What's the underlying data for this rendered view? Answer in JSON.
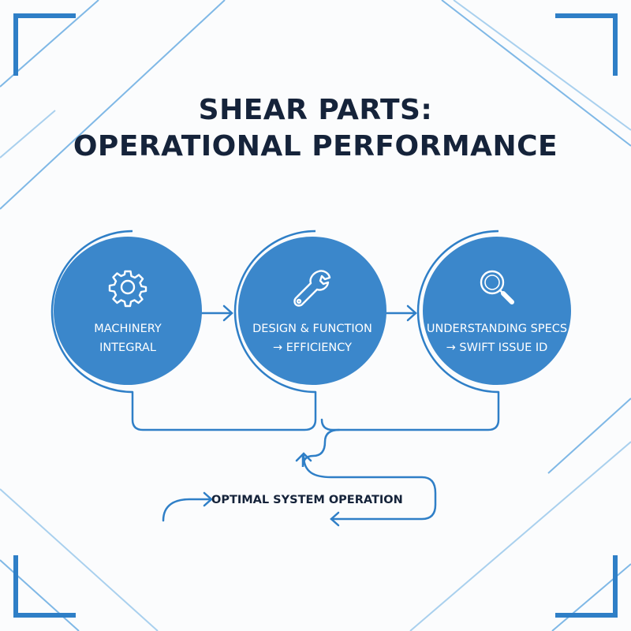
{
  "title": {
    "line1": "SHEAR PARTS:",
    "line2": "OPERATIONAL PERFORMANCE"
  },
  "colors": {
    "node_fill": "#3b87cb",
    "accent": "#2f7fc7",
    "title_text": "#15233a",
    "decor_line": "#6fb0e3"
  },
  "nodes": [
    {
      "icon": "gear-icon",
      "line1": "MACHINERY",
      "line2": "INTEGRAL"
    },
    {
      "icon": "wrench-icon",
      "line1": "DESIGN & FUNCTION",
      "line2": "→ EFFICIENCY"
    },
    {
      "icon": "magnifier-icon",
      "line1": "UNDERSTANDING SPECS",
      "line2": "→ SWIFT ISSUE ID"
    }
  ],
  "result": {
    "label": "OPTIMAL SYSTEM OPERATION"
  }
}
